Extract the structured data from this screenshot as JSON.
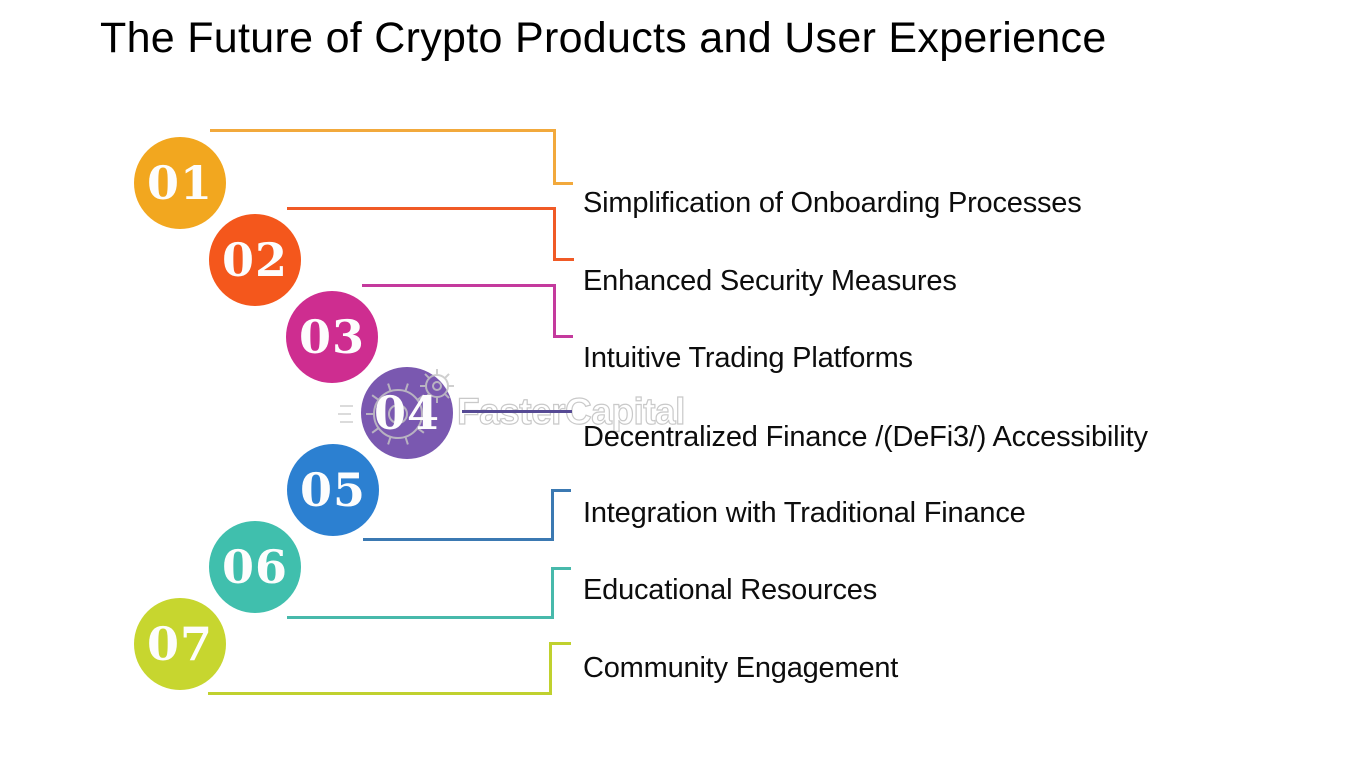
{
  "title": "The Future of Crypto Products and User Experience",
  "watermark": {
    "text": "FasterCapital",
    "icon": "gear-icon",
    "color": "#c5c5c5"
  },
  "items": [
    {
      "number": "01",
      "label": "Simplification of Onboarding Processes",
      "circle_color": "#F2A71F",
      "line_color": "#F2A93C"
    },
    {
      "number": "02",
      "label": "Enhanced Security Measures",
      "circle_color": "#F4571C",
      "line_color": "#F05A26"
    },
    {
      "number": "03",
      "label": "Intuitive Trading Platforms",
      "circle_color": "#CE2D90",
      "line_color": "#C43A9D"
    },
    {
      "number": "04",
      "label": "Decentralized Finance /(DeFi3/) Accessibility",
      "circle_color": "#7A58B0",
      "line_color": "#564A94"
    },
    {
      "number": "05",
      "label": "Integration with Traditional Finance",
      "circle_color": "#2C80D1",
      "line_color": "#3B79B2"
    },
    {
      "number": "06",
      "label": "Educational Resources",
      "circle_color": "#40BFAD",
      "line_color": "#47B9AB"
    },
    {
      "number": "07",
      "label": "Community Engagement",
      "circle_color": "#C7D62F",
      "line_color": "#C0D12E"
    }
  ]
}
